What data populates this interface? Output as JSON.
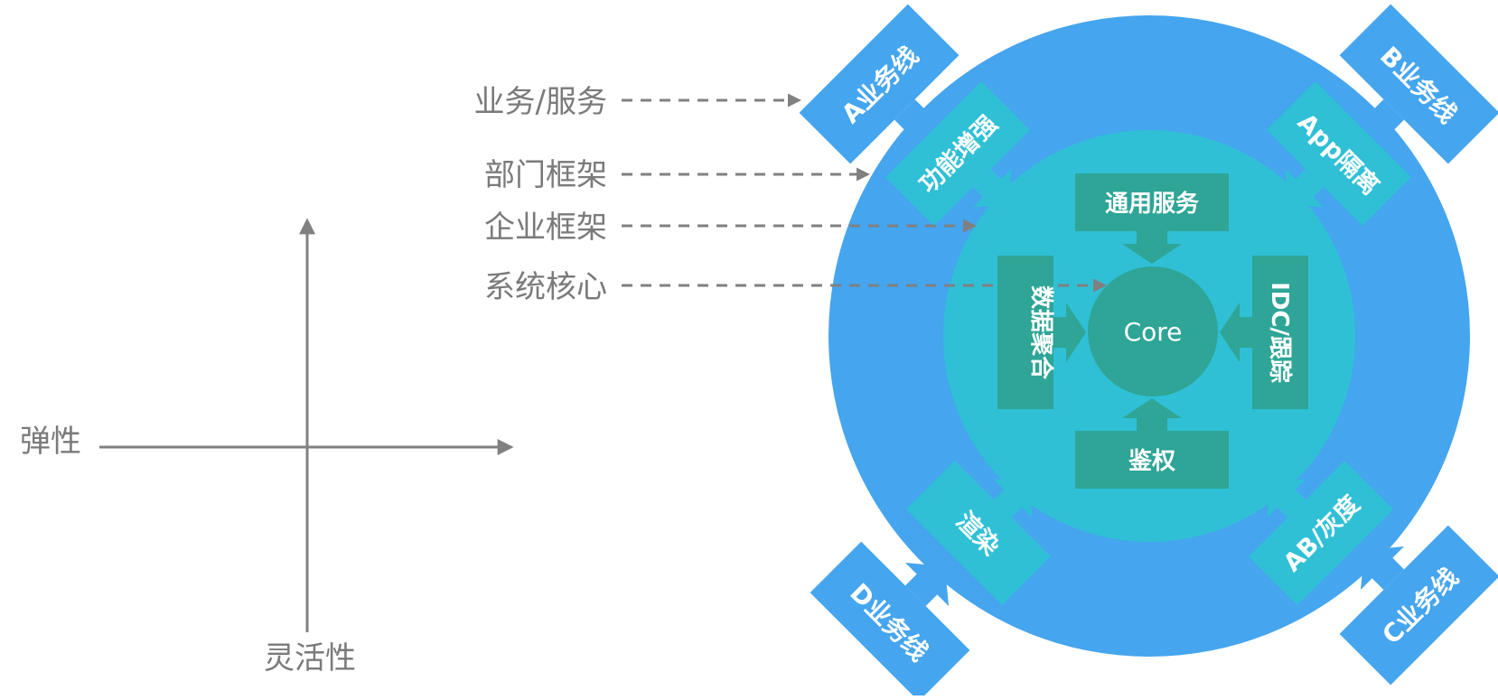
{
  "axes": {
    "vertical_label": "灵活性",
    "horizontal_label": "弹性"
  },
  "layers": [
    {
      "label": "业务/服务"
    },
    {
      "label": "部门框架"
    },
    {
      "label": "企业框架"
    },
    {
      "label": "系统核心"
    }
  ],
  "core": {
    "label": "Core"
  },
  "inner_modules": {
    "top": "通用服务",
    "left": "数据聚合",
    "right": "IDC/跟踪",
    "bottom": "鉴权"
  },
  "middle_modules": {
    "top_left": "功能增强",
    "top_right": "App隔离",
    "bottom_left": "渲染",
    "bottom_right": "AB/灰度"
  },
  "business_lines": {
    "top_left": "A业务线",
    "top_right": "B业务线",
    "bottom_right": "C业务线",
    "bottom_left": "D业务线"
  },
  "colors": {
    "outer_ring": "#45a5ee",
    "middle_ring": "#2fc0d6",
    "inner": "#2ea596",
    "axis": "#808080"
  }
}
